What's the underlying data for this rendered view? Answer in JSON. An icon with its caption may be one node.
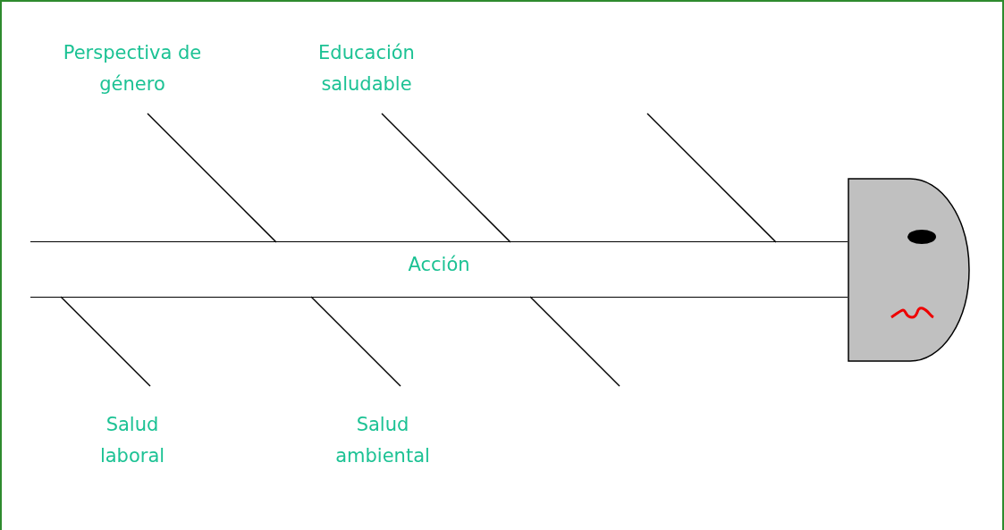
{
  "diagram": {
    "nodes": [
      {
        "text": [
          "Perspectiva de género"
        ]
      },
      {
        "text": [
          "Educación saludable"
        ]
      },
      {
        "text": [
          "Acción"
        ]
      },
      {
        "text": [
          "Salud laboral"
        ]
      },
      {
        "text": [
          "Salud ambiental"
        ]
      },
      {
        "text": [],
        "shape": "box"
      }
    ],
    "edges": [
      {
        "from": 0,
        "to": 2,
        "arrow": "none"
      },
      {
        "from": 1,
        "to": 2,
        "arrow": "none"
      },
      {
        "from": null,
        "to": 2,
        "arrow": "none"
      },
      {
        "from": 3,
        "to": 2,
        "arrow": "none"
      },
      {
        "from": 4,
        "to": 2,
        "arrow": "none"
      },
      {
        "from": null,
        "to": 2,
        "arrow": "none"
      }
    ]
  }
}
